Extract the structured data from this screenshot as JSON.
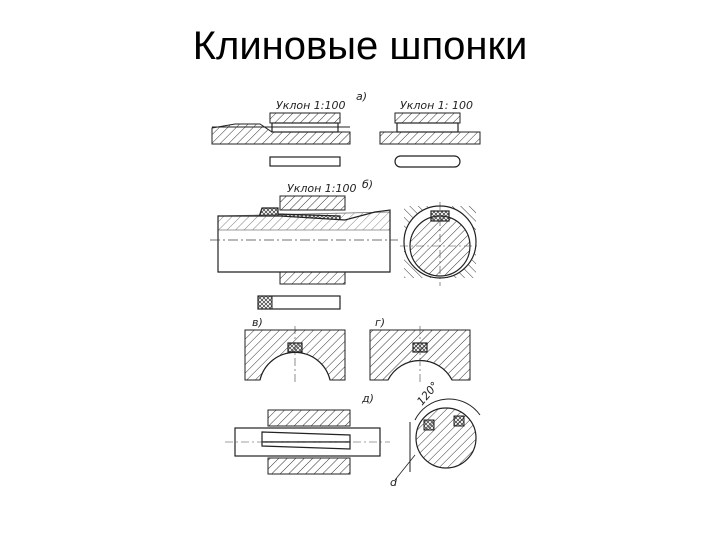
{
  "slide": {
    "title": "Клиновые шпонки"
  },
  "figure": {
    "labels": {
      "a": "а)",
      "b": "б)",
      "v": "в)",
      "g": "г)",
      "d": "д)",
      "slope_a_left": "Уклон 1:100",
      "slope_a_right": "Уклон 1: 100",
      "slope_b": "Уклон 1:100",
      "angle": "120°",
      "dim_d": "d"
    }
  },
  "colors": {
    "ink": "#222222",
    "background": "#ffffff"
  }
}
